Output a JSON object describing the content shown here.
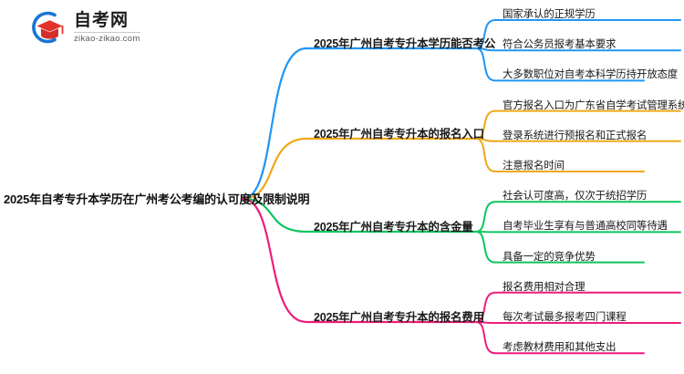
{
  "logo": {
    "name_cn": "自考网",
    "url": "zikao-zikao.com",
    "mark_icon": "graduation-cap-icon",
    "arc_color": "#1a76d2",
    "cap_color": "#e2322b"
  },
  "mindmap": {
    "root": {
      "label": "2025年自考专升本学历在广州考公考编的认可度及限制说明"
    },
    "branches": [
      {
        "label": "2025年广州自考专升本学历能否考公",
        "color": "#2196f3",
        "children": [
          "国家承认的正规学历",
          "符合公务员报考基本要求",
          "大多数职位对自考本科学历持开放态度"
        ]
      },
      {
        "label": "2025年广州自考专升本的报名入口",
        "color": "#f0a818",
        "children": [
          "官方报名入口为广东省自学考试管理系统",
          "登录系统进行预报名和正式报名",
          "注意报名时间"
        ]
      },
      {
        "label": "2025年广州自考专升本的含金量",
        "color": "#0ec45f",
        "children": [
          "社会认可度高，仅次于统招学历",
          "自考毕业生享有与普通高校同等待遇",
          "具备一定的竞争优势"
        ]
      },
      {
        "label": "2025年广州自考专升本的报名费用",
        "color": "#ee1d7a",
        "children": [
          "报名费用相对合理",
          "每次考试最多报考四门课程",
          "考虑教材费用和其他支出"
        ]
      }
    ]
  }
}
